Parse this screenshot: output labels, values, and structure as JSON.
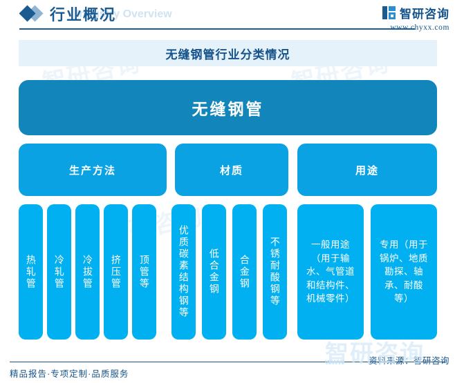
{
  "header": {
    "diamond_icon": "diamond-icon",
    "title": "行业概况",
    "subtitle": "Industry Overview",
    "brand_name": "智研咨询",
    "brand_url": "www.chyxx.com"
  },
  "chart_title": "无缝钢管行业分类情况",
  "diagram": {
    "type": "tree",
    "root": "无缝钢管",
    "categories": [
      {
        "label": "生产方法",
        "children": [
          "热轧管",
          "冷轧管",
          "冷拔管",
          "挤压管",
          "顶管等"
        ]
      },
      {
        "label": "材质",
        "children": [
          "优质碳素结构钢等",
          "低合金钢",
          "合金钢",
          "不锈耐酸钢等"
        ]
      },
      {
        "label": "用途",
        "children": [
          "一般用途（用于输水、气管道和结构件、机械零件）",
          "专用（用于锅炉、地质勘探、轴承、耐酸等）"
        ]
      }
    ]
  },
  "footer": {
    "left": "精品报告·专项定制·品质服务",
    "right": "资料来源：智研咨询"
  },
  "watermark": {
    "brand": "智研咨询",
    "url": "www"
  },
  "colors": {
    "root_box": "#1285bb",
    "category_box": "#0aa2e2",
    "leaf_box": "#00b0f0",
    "title_bar_bg": "#e6f2fa",
    "brand_blue": "#16538a"
  }
}
